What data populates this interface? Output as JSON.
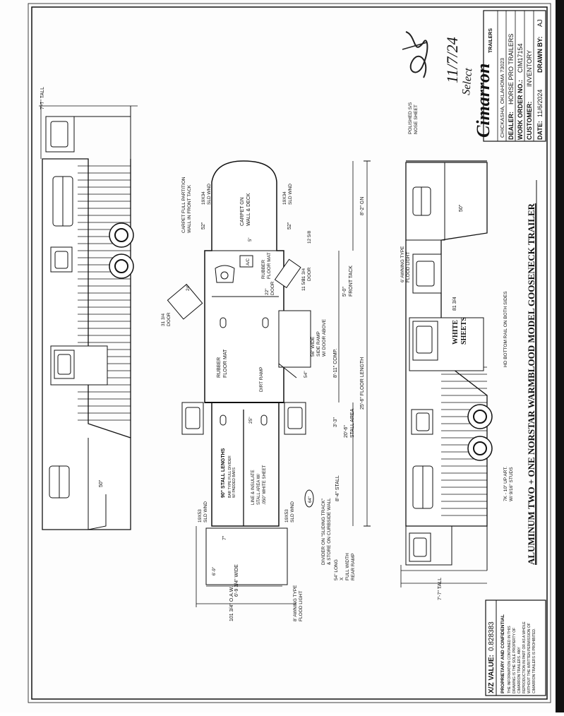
{
  "title_block": {
    "brand": "Cimarron",
    "brand_sub": "TRAILERS",
    "address": "CHICKASHA, OKLAHOMA 73023",
    "dealer_label": "DEALER:",
    "dealer_value": "HORSE PRO TRAILERS",
    "work_order_label": "WORK ORDER NO.:",
    "work_order_value": "CIM17154",
    "customer_label": "CUSTOMER:",
    "customer_value": "INVENTORY",
    "date_label": "DATE:",
    "date_value": "11/6/2024",
    "drawn_by_label": "DRAWN BY:",
    "drawn_by_value": "AJ"
  },
  "handwriting": {
    "date": "11/7/24",
    "note": "Select"
  },
  "drawing_title": "ALUMINUM TWO + ONE NORSTAR WARMBLOOD MODEL GOOSENECK TRAILER",
  "footer": {
    "xz_label": "X/Z VALUE:",
    "xz_value": "0.828383",
    "confidential": "PROPRIETARY AND CONFIDENTIAL",
    "notice": [
      "THE INFORMATION CONTAINED IN THIS",
      "DRAWING IS THE SOLE PROPERTY OF",
      "CIMARRON TRAILERS. ANY",
      "REPRODUCTION IN PART OR AS A WHOLE",
      "WITHOUT THE WRITTEN PERMISSION OF",
      "CIMARRON TRAILERS IS PROHIBITED."
    ]
  },
  "right_view": {
    "nose_sheet": [
      "POLISHED S/S",
      "NOSE SHEET"
    ],
    "dim_50": "50\"",
    "awning": [
      "6' AWNING TYPE",
      "FLOOD LIGHT"
    ],
    "door_dim": "81 3/4",
    "hd_rail": "HD BOTTOM RAIL ON BOTH SIDES",
    "white_sheets": [
      "WHITE",
      "SHEETS"
    ],
    "axles": [
      "7K - 10\" UP ART.",
      "W/ 9/16\" STUDS"
    ],
    "tall": "7'-7\" TALL"
  },
  "left_view": {
    "tall": "7'-7\" TALL",
    "dim_50": "50\""
  },
  "plan": {
    "carpet_partition": [
      "CARPET FULL PARTITION",
      "WALL IN FRONT TACK"
    ],
    "sld_wnd_top": [
      "19X34",
      "SLD WND"
    ],
    "sld_wnd_bottom": [
      "19X34",
      "SLD WND"
    ],
    "dim_52_a": "52\"",
    "dim_52_b": "52\"",
    "carpet_gn": [
      "CARPET GN",
      "WALL & DECK"
    ],
    "gn_length": "8'-2\" GN",
    "ac": "A/C",
    "dim_5": "5\"",
    "dim_12": "12 5/8",
    "rubber_mat_tack": [
      "RUBBER",
      "FLOOR MAT"
    ],
    "front_tack": [
      "5'-0\"",
      "FRONT TACK"
    ],
    "door_31_right": [
      "31 3/4",
      "DOOR"
    ],
    "dim_11": "11 5/8",
    "dim_24": "24\"",
    "door_22": [
      "22\"",
      "DOOR"
    ],
    "door_31_left": [
      "31 3/4",
      "DOOR"
    ],
    "side_ramp": [
      "56\" WIDE",
      "SIDE RAMP",
      "W/ DOOR ABOVE"
    ],
    "comp": "8'-11\" COMP.",
    "floor_length": "25'-6\" FLOOR LENGTH",
    "rubber_mat_stall": [
      "RUBBER",
      "FLOOR MAT"
    ],
    "dirt_ramp": "DIRT RAMP",
    "dim_54": "54\"",
    "dim_25": "25\"",
    "dim_33": "3'-3\"",
    "stall_area": [
      "20'-6\"",
      "STALL AREA"
    ],
    "stall_84": "8'-4\" STALL",
    "stall_lengths": "90\" STALL LENGTHS",
    "bar_divider": [
      "BAR TYPE FULL DIVIDER",
      "W/ PADDED BARS"
    ],
    "line_insulate": [
      "LINE & INSULATE",
      "STALL AREA W/",
      ".050\" WHITE SHEET"
    ],
    "dim_64": "64\"",
    "dim_7": "7\"",
    "sld_wnd_19x53_a": [
      "19X53",
      "SLD WND"
    ],
    "sld_wnd_19x53_b": [
      "19X53",
      "SLD WND"
    ],
    "divider_note": [
      "DIVIDER ON \"SLIDING TRACK\"",
      "& STORE ON CURBSIDE WALL"
    ],
    "rear_ramp": [
      "54\" LONG",
      "X",
      "FULL WIDTH",
      "REAR RAMP"
    ],
    "wide": "6'-9 3/4\" WIDE",
    "oaw": "101 3/4\" O.A.W.",
    "awning_8": [
      "8' AWNING TYPE",
      "FLOOD LIGHT"
    ],
    "tack_width": "6'-9\""
  }
}
